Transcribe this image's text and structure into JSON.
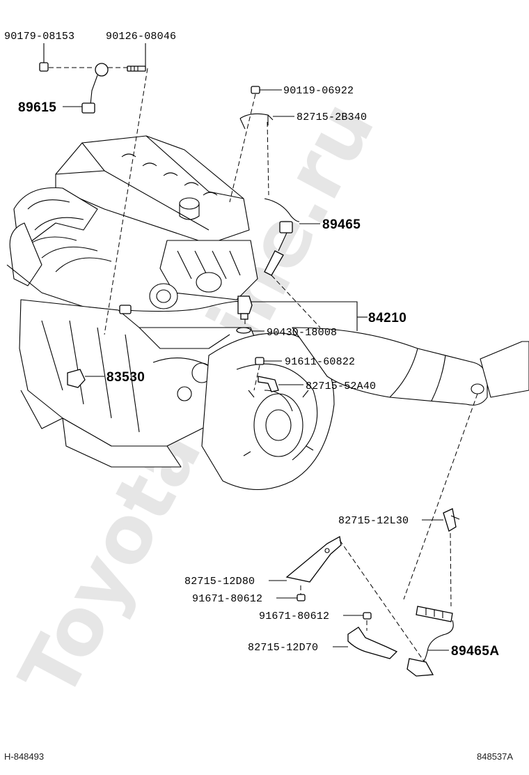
{
  "diagram": {
    "watermark": "Toyota-Mine.ru",
    "footer_left": "H-848493",
    "footer_right": "848537A",
    "labels": {
      "l90179": "90179-08153",
      "l90126": "90126-08046",
      "l89615": "89615",
      "l90119": "90119-06922",
      "l82715_2b340": "82715-2B340",
      "l89465": "89465",
      "l84210": "84210",
      "l90430": "90430-18008",
      "l91611": "91611-60822",
      "l83530": "83530",
      "l82715_52a40": "82715-52A40",
      "l82715_12l30": "82715-12L30",
      "l82715_12d80": "82715-12D80",
      "l91671a": "91671-80612",
      "l91671b": "91671-80612",
      "l82715_12d70": "82715-12D70",
      "l89465a": "89465A"
    }
  }
}
